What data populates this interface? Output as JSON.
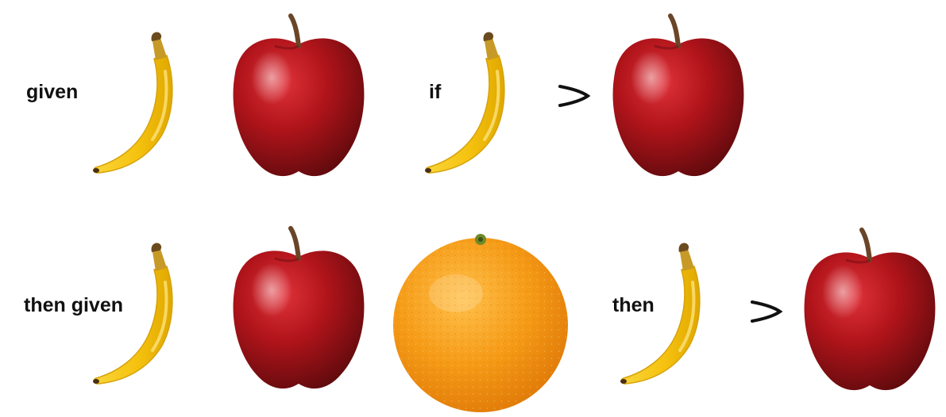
{
  "rows": [
    {
      "condition_label": "given",
      "condition_items": [
        "banana-icon",
        "apple-icon"
      ],
      "premise_label": "if",
      "premise": {
        "left": "banana-icon",
        "relation": "≻",
        "right": "apple-icon"
      }
    },
    {
      "condition_label": "then given",
      "condition_items": [
        "banana-icon",
        "apple-icon",
        "orange-icon"
      ],
      "premise_label": "then",
      "premise": {
        "left": "banana-icon",
        "relation": "≻",
        "right": "apple-icon"
      }
    }
  ],
  "colors": {
    "banana": "#f6c20f",
    "banana_tip": "#6b4a1e",
    "apple": "#b0141a",
    "apple_dark": "#5e0a0d",
    "apple_stem": "#6a4527",
    "orange": "#f59a16",
    "orange_light": "#ffc04a",
    "text": "#111111"
  }
}
